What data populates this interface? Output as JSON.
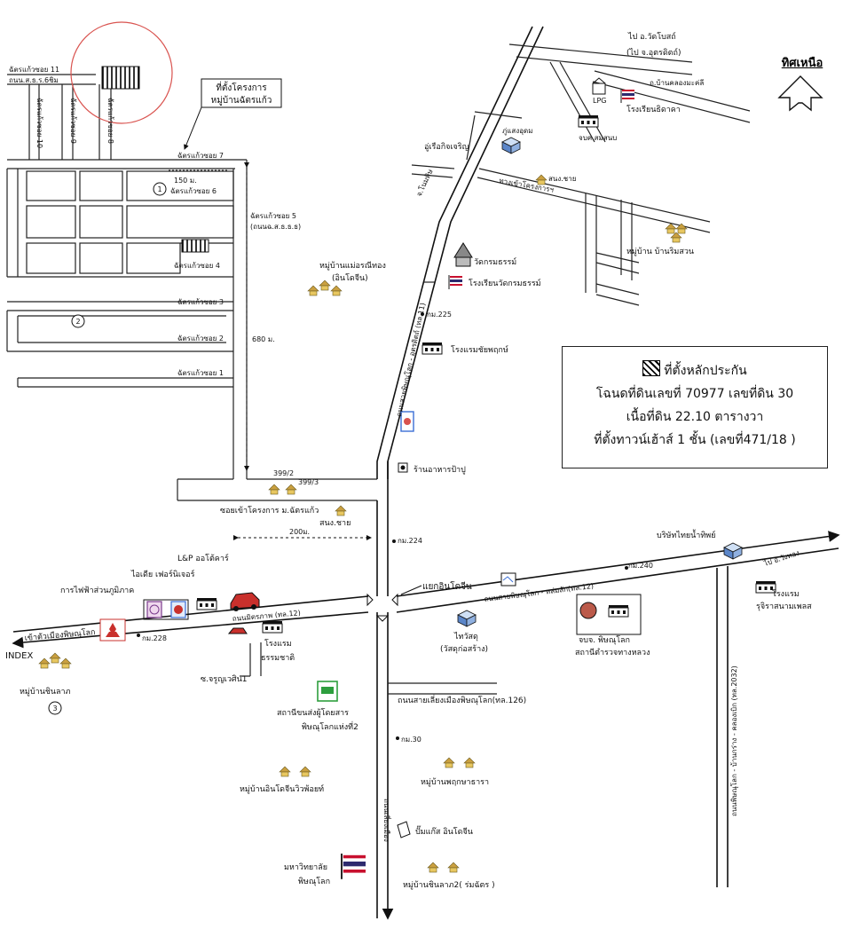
{
  "legend": {
    "line1": "ที่ตั้งหลักประกัน",
    "line2": "โฉนดที่ดินเลขที่ 70977 เลขที่ดิน 30",
    "line3": "เนื้อที่ดิน 22.10 ตารางวา",
    "line4": "ที่ตั้งทาวน์เฮ้าส์ 1 ชั้น (เลขที่471/18 )"
  },
  "north": {
    "label": "ทิศเหนือ"
  },
  "project_box": {
    "line1": "ที่ตั้งโครงการ",
    "line2": "หมู่บ้านฉัตรแก้ว"
  },
  "lanes": {
    "soi11": "ฉัตรแก้วซอย 11",
    "road_ss": "ถนน.ส.ธ.ร.6ชิม",
    "soi10": "ฉัตรแก้วซอย 10",
    "soi9": "ฉัตรแก้วซอย 9",
    "soi8": "ฉัตรแก้วซอย 8",
    "soi7": "ฉัตรแก้วซอย 7",
    "soi6": "ฉัตรแก้วซอย 6",
    "soi5": "ฉัตรแก้วซอย 5",
    "soi5_sub": "(ถนนฉ.ส.ธ.ธ.ธ)",
    "soi4": "ฉัตรแก้วซอย 4",
    "soi3": "ฉัตรแก้วซอย 3",
    "soi2": "ฉัตรแก้วซอย 2",
    "soi1": "ฉัตรแก้วซอย 1",
    "dist150": "150 ม.",
    "dist680": "680 ม.",
    "dist200": "200ม.",
    "circle1": "1",
    "circle2": "2",
    "circle3": "3"
  },
  "labels": {
    "to_wat_bot": "ไป อ.วัดโบสถ์",
    "to_uttaradit": "(ไป จ.อุตรดิตถ์)",
    "pu_ban_klong": "ถ.บ้านคลองมะค่ลี",
    "lpg": "LPG",
    "school_thida": "โรงเรียนธิดาคา",
    "jobo_smartbox": "จบค.สมสนบ",
    "phu_saeng": "ภู่แสงอุดม",
    "u_ruea": "อู่เรือกิจเจริญ",
    "sonchai1": "สนง.ชาย",
    "jo_nomphi": "จ.โนมพิษ",
    "pathway": "ทางเข้าโครงการฯ",
    "village_ban_rim": "หมู่บ้าน บ้านริมสวน",
    "village_maeson": "หมู่บ้านแม่อรณีทอง",
    "village_maeson_sub": "(อินโดจีน)",
    "wat_krommathamm": "วัดกรมธรรม์",
    "school_wat": "โรงเรียนวัดกรมธรรม์",
    "km225": "กม.225",
    "hotel_chanphruk": "โรงแรมชัยพฤกษ์",
    "hwy11": "ถนนสายพิษณุโลก - อุตรดิตถ์ (ทล.11)",
    "restaurant": "ร้านอาหารป้าปู",
    "n399_2": "399/2",
    "n399_3": "399/3",
    "soi_project": "ซอยเข้าโครงการ ม.ฉัตรแก้ว",
    "sonchai2": "สนง.ชาย",
    "km224": "กม.224",
    "lp_auto": "L&P ออโต้คาร์",
    "ideal_furniture": "ไอเดีย เฟอร์นิเจอร์",
    "pea": "การไฟฟ้าส่วนภูมิภาค",
    "rd_mittraphap": "ถนนมิตรภาพ (ทล.12)",
    "to_phitsanulok": "เข้าตัวเมืองพิษณุโลก",
    "km228": "กม.228",
    "hotel_thamma": "โรงแรม",
    "hotel_thamma_sub": "ธรรมชาติ",
    "s_charoen": "ซ.จรูญเวศิน1",
    "index": "INDEX",
    "village_chinlat": "หมู่บ้านชินลาภ",
    "junction": "แยกอินโดจีน",
    "rd_lomsak": "ถนนสายพิษณุโลก - หล่มสัก(ทล.12)",
    "km240": "กม.240",
    "thai_water": "บริษัทไทยน้ำทิพย์",
    "to_wangthong": "ไป อ.วังทอง",
    "hotel_rujira": "โรงแรม",
    "hotel_rujira_sub": "รุจิราสนามเพลส",
    "rd_2032": "ถนนพิษณุโลก - บ้านกร่าง - คลองเบิก (ทล.2032)",
    "thaiwatsadu": "ไทวัสดุ",
    "thaiwatsadu_sub": "(วัสดุก่อสร้าง)",
    "jobo_phitsanulok": "จบจ. พิษณุโลก",
    "highway_police": "สถานีตำรวจทางหลวง",
    "bus_station": "สถานีขนส่งผู้โดยสาร",
    "bus_station_sub": "พิษณุโลกแห่งที่2",
    "bypass126": "ถนนสายเลี่ยงเมืองพิษณุโลก(ทล.126)",
    "km30": "กม.30",
    "village_phrueksa": "หมู่บ้านพฤกษาธารา",
    "village_indochine": "หมู่บ้านอินโดจีนวิวพ้อยท์",
    "bypass_vert": "ถนนเลี่ยงเมือง",
    "gas_station": "ปั๊มแก๊ส อินโดจีน",
    "university": "มหาวิทยาลัย",
    "university_sub": "พิษณุโลก",
    "village_chinlat2": "หมู่บ้านชินลาภ2( ร่มฉัตร )"
  },
  "colors": {
    "line": "#111111",
    "survey_circle": "#d9534f",
    "bus_green": "#2e9e3e",
    "car_red": "#c9302c",
    "flag_red": "#c8102e",
    "flag_blue": "#2d2a6e",
    "sign_blue": "#3b6fd6",
    "house": "#caa040"
  }
}
